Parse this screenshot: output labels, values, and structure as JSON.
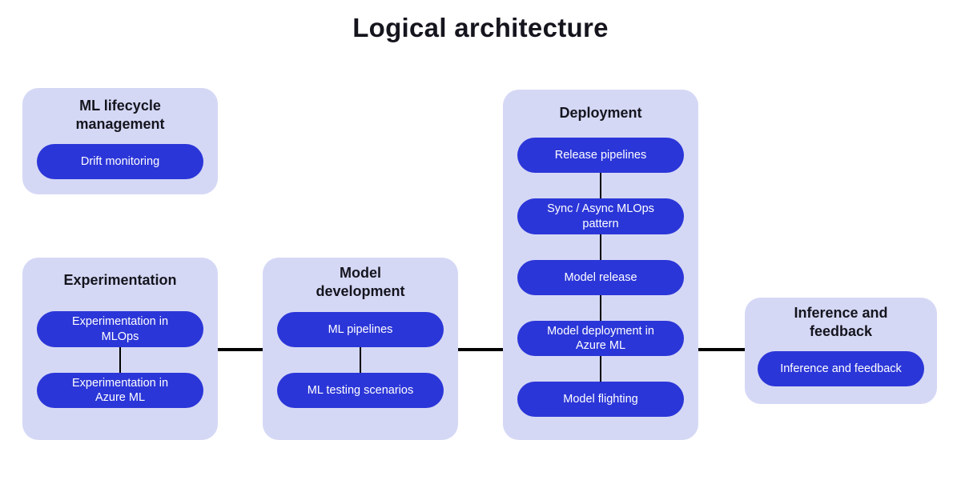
{
  "title": "Logical architecture",
  "colors": {
    "background": "#ffffff",
    "group_box": "#d5d8f5",
    "node_fill": "#2b36d8",
    "node_text": "#ffffff",
    "heading_text": "#15151e",
    "connector": "#000000"
  },
  "groups": [
    {
      "id": "ml-lifecycle-management",
      "title": "ML lifecycle\nmanagement",
      "nodes": [
        "Drift monitoring"
      ]
    },
    {
      "id": "experimentation",
      "title": "Experimentation",
      "nodes": [
        "Experimentation in\nMLOps",
        "Experimentation in\nAzure ML"
      ]
    },
    {
      "id": "model-development",
      "title": "Model\ndevelopment",
      "nodes": [
        "ML pipelines",
        "ML testing scenarios"
      ]
    },
    {
      "id": "deployment",
      "title": "Deployment",
      "nodes": [
        "Release pipelines",
        "Sync / Async MLOps\npattern",
        "Model release",
        "Model deployment in\nAzure ML",
        "Model flighting"
      ]
    },
    {
      "id": "inference-and-feedback",
      "title": "Inference and\nfeedback",
      "nodes": [
        "Inference and feedback"
      ]
    }
  ]
}
